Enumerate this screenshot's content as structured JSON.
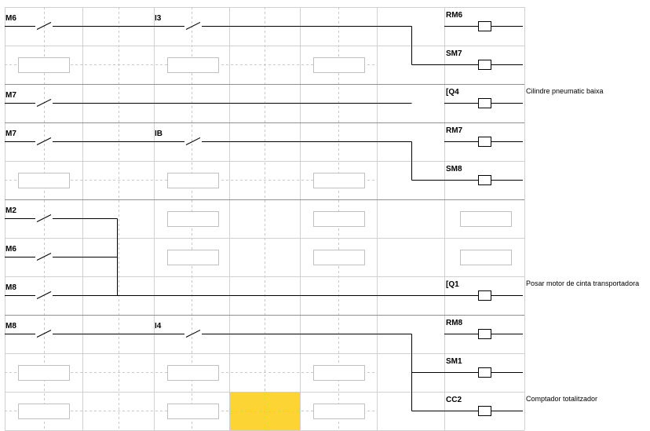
{
  "colors": {
    "wire": "#000000",
    "grid_solid": "#d0d0d0",
    "grid_dashed": "#c8c8c8",
    "placeholder_border": "#c0c0c0",
    "highlight": "#fcd433"
  },
  "networks": [
    {
      "rows": [
        {
          "contacts": [
            {
              "label": "M6"
            },
            {
              "label": "I3"
            }
          ],
          "coil": {
            "label": "RM6"
          }
        },
        {
          "placeholders": [
            1,
            3,
            5
          ],
          "coil": {
            "label": "SM7"
          }
        }
      ]
    },
    {
      "rows": [
        {
          "contacts": [
            {
              "label": "M7"
            }
          ],
          "coil": {
            "label": "[Q4"
          },
          "comment": "Cilindre pneumatic baixa"
        }
      ]
    },
    {
      "rows": [
        {
          "contacts": [
            {
              "label": "M7"
            },
            {
              "label": "IB"
            }
          ],
          "coil": {
            "label": "RM7"
          }
        },
        {
          "placeholders": [
            1,
            3,
            5
          ],
          "coil": {
            "label": "SM8"
          }
        }
      ]
    },
    {
      "rows": [
        {
          "contacts": [
            {
              "label": "M2"
            }
          ],
          "placeholders": [
            3,
            5
          ],
          "coil_placeholder": true
        },
        {
          "contacts": [
            {
              "label": "M6"
            }
          ],
          "placeholders": [
            3,
            5
          ],
          "coil_placeholder": true
        },
        {
          "contacts": [
            {
              "label": "M8"
            }
          ],
          "coil": {
            "label": "[Q1"
          },
          "comment": "Posar motor de cinta transportadora"
        }
      ]
    },
    {
      "rows": [
        {
          "contacts": [
            {
              "label": "M8"
            },
            {
              "label": "I4"
            }
          ],
          "coil": {
            "label": "RM8"
          }
        },
        {
          "placeholders": [
            1,
            3,
            5
          ],
          "coil": {
            "label": "SM1"
          }
        },
        {
          "placeholders": [
            1,
            3,
            5
          ],
          "highlight_cell": 4,
          "coil": {
            "label": "CC2"
          },
          "comment": "Comptador totalitzador"
        }
      ]
    }
  ]
}
